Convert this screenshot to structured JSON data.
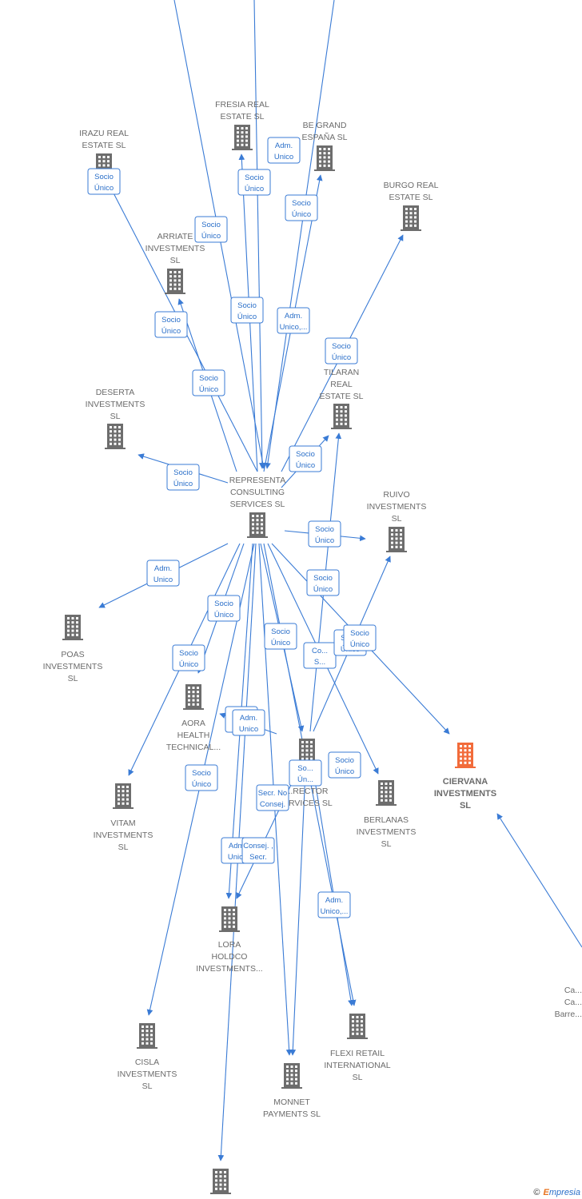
{
  "colors": {
    "edge": "#3a7bd5",
    "building": "#6d6d6d",
    "focus_building": "#f26b3a",
    "text": "#6b6b6b"
  },
  "nodes": [
    {
      "id": "irazu",
      "lines": [
        "IRAZU REAL",
        "ESTATE  SL"
      ]
    },
    {
      "id": "fresia",
      "lines": [
        "FRESIA REAL",
        "ESTATE  SL"
      ]
    },
    {
      "id": "begrand",
      "lines": [
        "BE GRAND",
        "ESPAÑA  SL"
      ]
    },
    {
      "id": "burgo",
      "lines": [
        "BURGO REAL",
        "ESTATE  SL"
      ]
    },
    {
      "id": "arriate",
      "lines": [
        "ARRIATE",
        "INVESTMENTS",
        "SL"
      ]
    },
    {
      "id": "deserta",
      "lines": [
        "DESERTA",
        "INVESTMENTS",
        "SL"
      ]
    },
    {
      "id": "tilaran",
      "lines": [
        "TILARAN",
        "REAL",
        "ESTATE  SL"
      ]
    },
    {
      "id": "representa",
      "lines": [
        "REPRESENTA",
        "CONSULTING",
        "SERVICES  SL"
      ]
    },
    {
      "id": "ruivo",
      "lines": [
        "RUIVO",
        "INVESTMENTS",
        "SL"
      ]
    },
    {
      "id": "poas",
      "lines": [
        "POAS",
        "INVESTMENTS",
        "SL"
      ]
    },
    {
      "id": "aora",
      "lines": [
        "AORA",
        "HEALTH",
        "TECHNICAL..."
      ]
    },
    {
      "id": "repdirector",
      "lines": [
        "RE...",
        "...RECTOR",
        "...RVICES  SL"
      ]
    },
    {
      "id": "ciervana",
      "lines": [
        "CIERVANA",
        "INVESTMENTS",
        "SL"
      ],
      "focus": true
    },
    {
      "id": "berlanas",
      "lines": [
        "BERLANAS",
        "INVESTMENTS",
        "SL"
      ]
    },
    {
      "id": "vitam",
      "lines": [
        "VITAM",
        "INVESTMENTS",
        "SL"
      ]
    },
    {
      "id": "lora",
      "lines": [
        "LORA",
        "HOLDCO",
        "INVESTMENTS..."
      ]
    },
    {
      "id": "flexi",
      "lines": [
        "FLEXI RETAIL",
        "INTERNATIONAL",
        "SL"
      ]
    },
    {
      "id": "cisla",
      "lines": [
        "CISLA",
        "INVESTMENTS",
        "SL"
      ]
    },
    {
      "id": "monnet",
      "lines": [
        "MONNET",
        "PAYMENTS  SL"
      ]
    },
    {
      "id": "bottom",
      "lines": []
    },
    {
      "id": "person",
      "lines": [
        "Ca...",
        "Ca...",
        "Barre..."
      ]
    }
  ],
  "edge_labels": [
    {
      "id": "l1",
      "lines": [
        "Socio",
        "Único"
      ]
    },
    {
      "id": "l2",
      "lines": [
        "Socio",
        "Único"
      ]
    },
    {
      "id": "l3",
      "lines": [
        "Socio",
        "Único"
      ]
    },
    {
      "id": "l4",
      "lines": [
        "Adm.",
        "Unico"
      ]
    },
    {
      "id": "l5",
      "lines": [
        "Socio",
        "Único"
      ]
    },
    {
      "id": "l6",
      "lines": [
        "Socio",
        "Único"
      ]
    },
    {
      "id": "l7",
      "lines": [
        "Adm.",
        "Unico,..."
      ]
    },
    {
      "id": "l8",
      "lines": [
        "Socio",
        "Único"
      ]
    },
    {
      "id": "l9",
      "lines": [
        "Socio",
        "Único"
      ]
    },
    {
      "id": "l10",
      "lines": [
        "Socio",
        "Único"
      ]
    },
    {
      "id": "l11",
      "lines": [
        "Socio",
        "Único"
      ]
    },
    {
      "id": "l12",
      "lines": [
        "Socio",
        "Único"
      ]
    },
    {
      "id": "l13",
      "lines": [
        "Socio",
        "Único"
      ]
    },
    {
      "id": "l14",
      "lines": [
        "Adm.",
        "Unico"
      ]
    },
    {
      "id": "l15",
      "lines": [
        "Socio",
        "Único"
      ]
    },
    {
      "id": "l16",
      "lines": [
        "Socio",
        "Único"
      ]
    },
    {
      "id": "l17",
      "lines": [
        "Socio",
        "Único"
      ]
    },
    {
      "id": "l18",
      "lines": [
        "Socio",
        "Único"
      ]
    },
    {
      "id": "l19",
      "lines": [
        "Co...",
        "S..."
      ]
    },
    {
      "id": "l20",
      "lines": [
        "Socio",
        "Único"
      ]
    },
    {
      "id": "l21",
      "lines": [
        "Socio",
        "Único"
      ]
    },
    {
      "id": "l22",
      "lines": [
        "Socio",
        "Único"
      ]
    },
    {
      "id": "l23",
      "lines": [
        "Adm.",
        "Unico"
      ]
    },
    {
      "id": "l24",
      "lines": [
        "Socio",
        "Único"
      ]
    },
    {
      "id": "l25",
      "lines": [
        "Socio",
        "Único"
      ]
    },
    {
      "id": "l26",
      "lines": [
        "So...",
        "Ún..."
      ]
    },
    {
      "id": "l27",
      "lines": [
        "Secr.  No",
        "Consej."
      ]
    },
    {
      "id": "l28",
      "lines": [
        "Adm.",
        "Unico"
      ]
    },
    {
      "id": "l29",
      "lines": [
        "Consej. ,",
        "Secr."
      ]
    },
    {
      "id": "l30",
      "lines": [
        "Adm.",
        "Unico,..."
      ]
    }
  ],
  "footer": {
    "copyright": "©",
    "brand_initial": "E",
    "brand_rest": "mpresia"
  }
}
